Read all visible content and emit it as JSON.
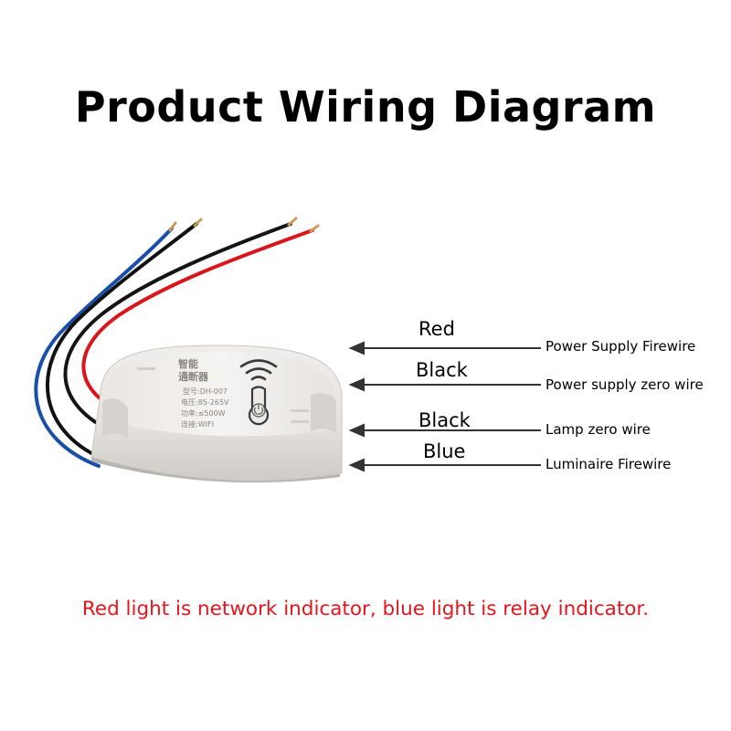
{
  "title": "Product Wiring Diagram",
  "device": {
    "name_line1": "智能",
    "name_line2": "通断器",
    "model": "型号:DH-007",
    "voltage": "电压:85-265V",
    "power": "功率:≤500W",
    "connection": "连接:WIFI"
  },
  "wires": [
    {
      "color_label": "Red",
      "description": "Power Supply Firewire",
      "color": "#e0141b"
    },
    {
      "color_label": "Black",
      "description": "Power supply zero wire",
      "color": "#111111"
    },
    {
      "color_label": "Black",
      "description": "Lamp zero wire",
      "color": "#111111"
    },
    {
      "color_label": "Blue",
      "description": "Luminaire Firewire",
      "color": "#1a4fa8"
    }
  ],
  "footer_note": "Red light is network indicator, blue light is relay indicator.",
  "colors": {
    "footer_text": "#e8141b",
    "device_body": "#e6e3e0"
  },
  "icons": {
    "wifi": "wifi-icon",
    "power": "power-button-icon"
  }
}
